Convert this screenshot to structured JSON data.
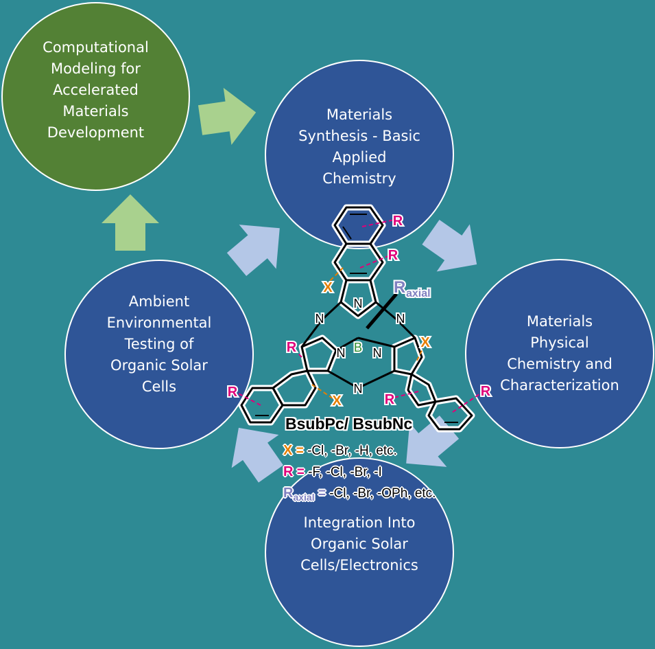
{
  "nodes": {
    "computational": "Computational\nModeling for\nAccelerated\nMaterials\nDevelopment",
    "synthesis": "Materials\nSynthesis - Basic\nApplied\nChemistry",
    "physical": "Materials\nPhysical\nChemistry and\nCharacterization",
    "integration": "Integration Into\nOrganic Solar\nCells/Electronics",
    "ambient": "Ambient\nEnvironmental\nTesting of\nOrganic Solar\nCells"
  },
  "molecule": {
    "name": "BsubPc/ BsubNc",
    "atom_N": "N",
    "atom_B": "B",
    "sub_R": "R",
    "sub_X": "X",
    "axial_main": "R",
    "axial_sub": "axial",
    "legend": [
      {
        "symbol": "X",
        "eq": " = ",
        "text": "-Cl, -Br, -H, etc."
      },
      {
        "symbol": "R",
        "eq": " = ",
        "text": "-F, -Cl, -Br, -I"
      },
      {
        "symbol": "R",
        "sub": "axial",
        "eq": " = ",
        "text": "-Cl, -Br, -OPh, etc."
      }
    ]
  },
  "colors": {
    "background": "#2e8a94",
    "blue_node": "#2f5597",
    "green_node": "#538135",
    "green_arrow": "#a9d18e",
    "blue_arrow": "#b4c7e7",
    "X_color": "#e67e00",
    "R_color": "#e0007a",
    "axial_color": "#8080c0",
    "B_color": "#2e8b2e"
  }
}
